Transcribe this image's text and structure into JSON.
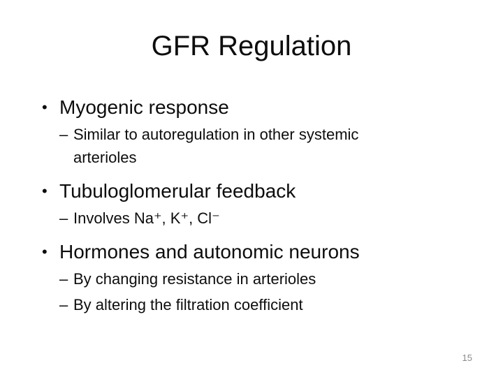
{
  "slide": {
    "title": "GFR Regulation",
    "bullet_glyph": "•",
    "sub_bullet_glyph": "–",
    "text_color": "#0d0d0d",
    "background_color": "#ffffff",
    "page_number": "15",
    "page_number_color": "#8a8a8a",
    "bullets": [
      {
        "label": "Myogenic response",
        "subs": [
          "Similar to autoregulation in other systemic arterioles"
        ]
      },
      {
        "label": "Tubuloglomerular feedback",
        "subs": [
          "Involves Na⁺, K⁺, Cl⁻"
        ]
      },
      {
        "label": "Hormones and autonomic neurons",
        "subs": [
          "By changing resistance in arterioles",
          "By altering the filtration coefficient"
        ]
      }
    ]
  }
}
